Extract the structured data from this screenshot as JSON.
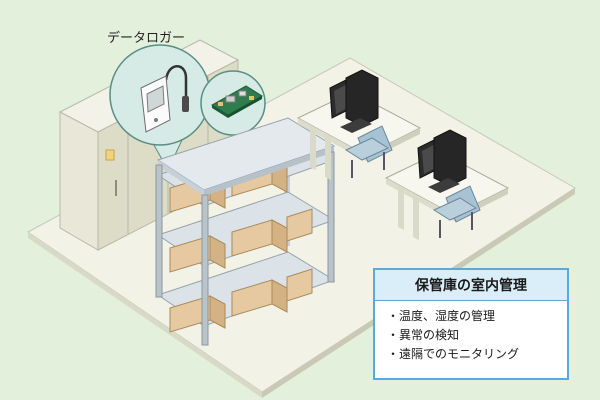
{
  "labels": {
    "data_logger": "データロガー"
  },
  "info_box": {
    "title": "保管庫の室内管理",
    "items": [
      "温度、湿度の管理",
      "異常の検知",
      "遠隔でのモニタリング"
    ]
  },
  "colors": {
    "background": "#e3f1dc",
    "floor": "#f3f3e8",
    "box_accent": "#5aa9d8",
    "box_title_bg": "#d9eef9",
    "cardboard": "#e6c9a0",
    "chair": "#a7c3d3"
  }
}
